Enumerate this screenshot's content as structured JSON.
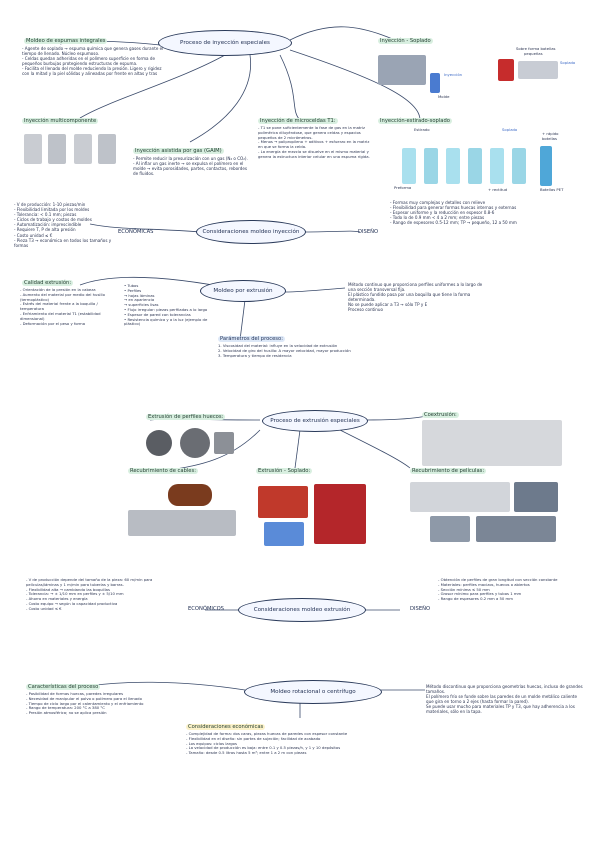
{
  "colors": {
    "ink": "#2a3a5a",
    "highlight_green": "#d8efe0",
    "highlight_blue": "#dde8f7",
    "highlight_yellow": "#fbf1c8",
    "line": "#3a4a6a"
  },
  "inj": {
    "title": "Proceso de inyección especiales",
    "moldeo_title": "Moldeo de espumas integrales",
    "moldeo_text": "- Agente de soplado → espuma química que genera gases durante el tiempo de llenado. Núcleo espumoso.\n- Celdas quedan adheridas en el polímero superficie en forma de pequeños burbujas protegiendo estructuras de espuma.\n- Facilita el llenado del molde reduciendo la presión. Ligero y rigidez con la mitad y la piel sólidas y alineadas por frente en altas y tras",
    "multi_title": "Inyección multicomponente",
    "gas_title": "Inyección asistida por gas (GAIM)",
    "gas_text": "- Permite reducir la presurización con un gas (N₂ o CO₂).\n- Al inflar un gas inerte → se expulsa el polímero en el molde → evita porosidades, partes, contactos, rebordes de fluidos.",
    "mucell_title": "Inyección de microceldas T1:",
    "mucell_text": "- T1 se pone suficientemente la fase de gas en la matriz polimérica diluyéndose, que genera celdas y espacios pequeños de 2 micrómetros.\n- Menos → polipropileno + aditivos + esfuerzo en la matriz en que se forma la celda.\n- La energía de mezcla se disuelve en el mismo material y genera la estructura interior celular en una espuma rígida.",
    "soplado_title": "Inyección - Soplado",
    "soplado_labels": [
      "Sobre forma botellas",
      "pequeñas",
      "Soplado",
      "Inyección",
      "Molde"
    ],
    "estirado_title": "Inyección-estirado-soplado",
    "estirado_labels": [
      "Estirado",
      "Soplado",
      "+ rápido",
      "botellas",
      "Preforma",
      "+ rectitud",
      "Botellas PET"
    ],
    "consid_title": "Consideraciones moldeo inyección",
    "economicas": "ECONÓMICAS",
    "diseno": "DISEÑO",
    "econ_text": "- V de producción: 1-10 piezas/min\n- Flexibilidad limitada por los moldes\n- Tolerancia: < 0.1 mm; piezas\n- Ciclos de trabajo y costos de moldes\n- Automatización: imprescindible\n- Requiere T, P de alta presión\n- Costo unidad ≤ €\n- Pieza T3 → económica en todos los tamaños y formas",
    "diseno_text": "- Formas muy complejas y detalles con relieve\n- Flexibilidad para generar formas huecas internas y externas\n- Espesor uniforme y la reducción en espesor 0.8-6\n- Todo lo de 0.9 mm < 4 a 2 mm; entre piezas\n- Rango de espesores 0.5-12 mm; TP → pequeño, 12 a 50 mm"
  },
  "ext": {
    "title": "Moldeo por extrusión",
    "calidad_title": "Calidad extrusión:",
    "calidad_text": "- Orientación de la presión en la cabeza\n- Aumento del material por medio del husillo (termoplástico)\n- Estrés del material frente a la boquilla / temperatura\n- Enfriamiento del material T1 (estabilidad dimensional)\n- Deformación por el peso y forma",
    "tipos_text": "• Tubos\n• Perfiles\n   → hojas láminas\n   → en apariencia\n   → superficies lisas\n• Flujo irregular: piezas perfiladas a lo largo\n• Espesor de pared con tolerancias\n• Resistencia química y a la luz (ejemplo de plástico)",
    "metodo_text": "Método continuo que proporciona perfiles uniformes a lo largo de una sección transversal fija.\nEl plástico fundido pasa por una boquilla que tiene la forma determinada.\nNo se puede aplicar a T3 → sólo TP y E\nProceso continuo",
    "param_title": "Parámetros del proceso:",
    "param_text": "1. Viscosidad del material: influye en la velocidad de extrusión\n2. Velocidad de giro del husillo: A mayor velocidad, mayor producción\n3. Temperatura y tiempo de residencia",
    "especiales_title": "Proceso de extrusión especiales",
    "perfiles_title": "Extrusión de perfiles huecos:",
    "coextrusion_title": "Coextrusión:",
    "cables_title": "Recubrimiento de cables:",
    "soplado_title": "Extrusión - Soplado:",
    "peliculas_title": "Recubrimiento de películas:",
    "consid_title": "Consideraciones moldeo extrusión",
    "economicos": "ECONÓMICOS",
    "diseno": "DISEÑO",
    "econ_text": "- V de producción depende del tamaño de la pieza: 60 m/min para películas/láminas y 1 m/min para tuberías y barras.\n- Flexibilidad alta → cambiando las boquillas\n- Tolerancia: → ± 1/10 mm en perfiles y ± 5/10 mm\n- Ahorro en materiales y energía\n- Costo equipo → según la capacidad productiva\n- Costo unidad ≤ €",
    "diseno_text": "- Obtención de perfiles de gran longitud con sección constante\n- Materiales: perfiles macizos, huecos o abiertos\n- Sección mínima ≤ 50 mm\n- Grosor mínimo para perfiles y tubos 1 mm\n- Rango de espesores 0.2 mm a 50 mm"
  },
  "rot": {
    "title": "Moldeo rotacional o centrífugo",
    "carac_title": "Características del proceso",
    "carac_text": "- Posibilidad de formas huecas, paredes irregulares\n- Necesidad de manipular el polvo o polímero para el llenado\n- Tiempo de ciclo largo por el calentamiento y el enfriamiento\n- Rango de temperatura: 200 °C a 380 °C\n- Presión atmosférica; no se aplica presión",
    "metodo_text": "Método discontinuo que proporciona geometrías huecas, incluso de grandes tamaños.\nEl polímero frío se funde sobre las paredes de un molde metálico caliente que gira en torno a 2 ejes (hasta formar la pared).\nSe puede usar mucho para materiales TP y T3, que hay adherencia a los materiales, sólo en la tapa.",
    "consid_title": "Consideraciones económicas",
    "consid_text": "- Complejidad de forma: dos caras, piezas huecas de paredes con espesor constante\n- Flexibilidad en el diseño: sin partes de sujeción; facilidad de acabado\n- Los equipos: ciclos largos\n- La velocidad de producción es baja: entre 0.1 y 0.5 piezas/h, y 1 y 10 depósitos\n- Tamaño: desde 0.5 litros hasta 5 m³; entre 1 a 2 m con piezas"
  }
}
